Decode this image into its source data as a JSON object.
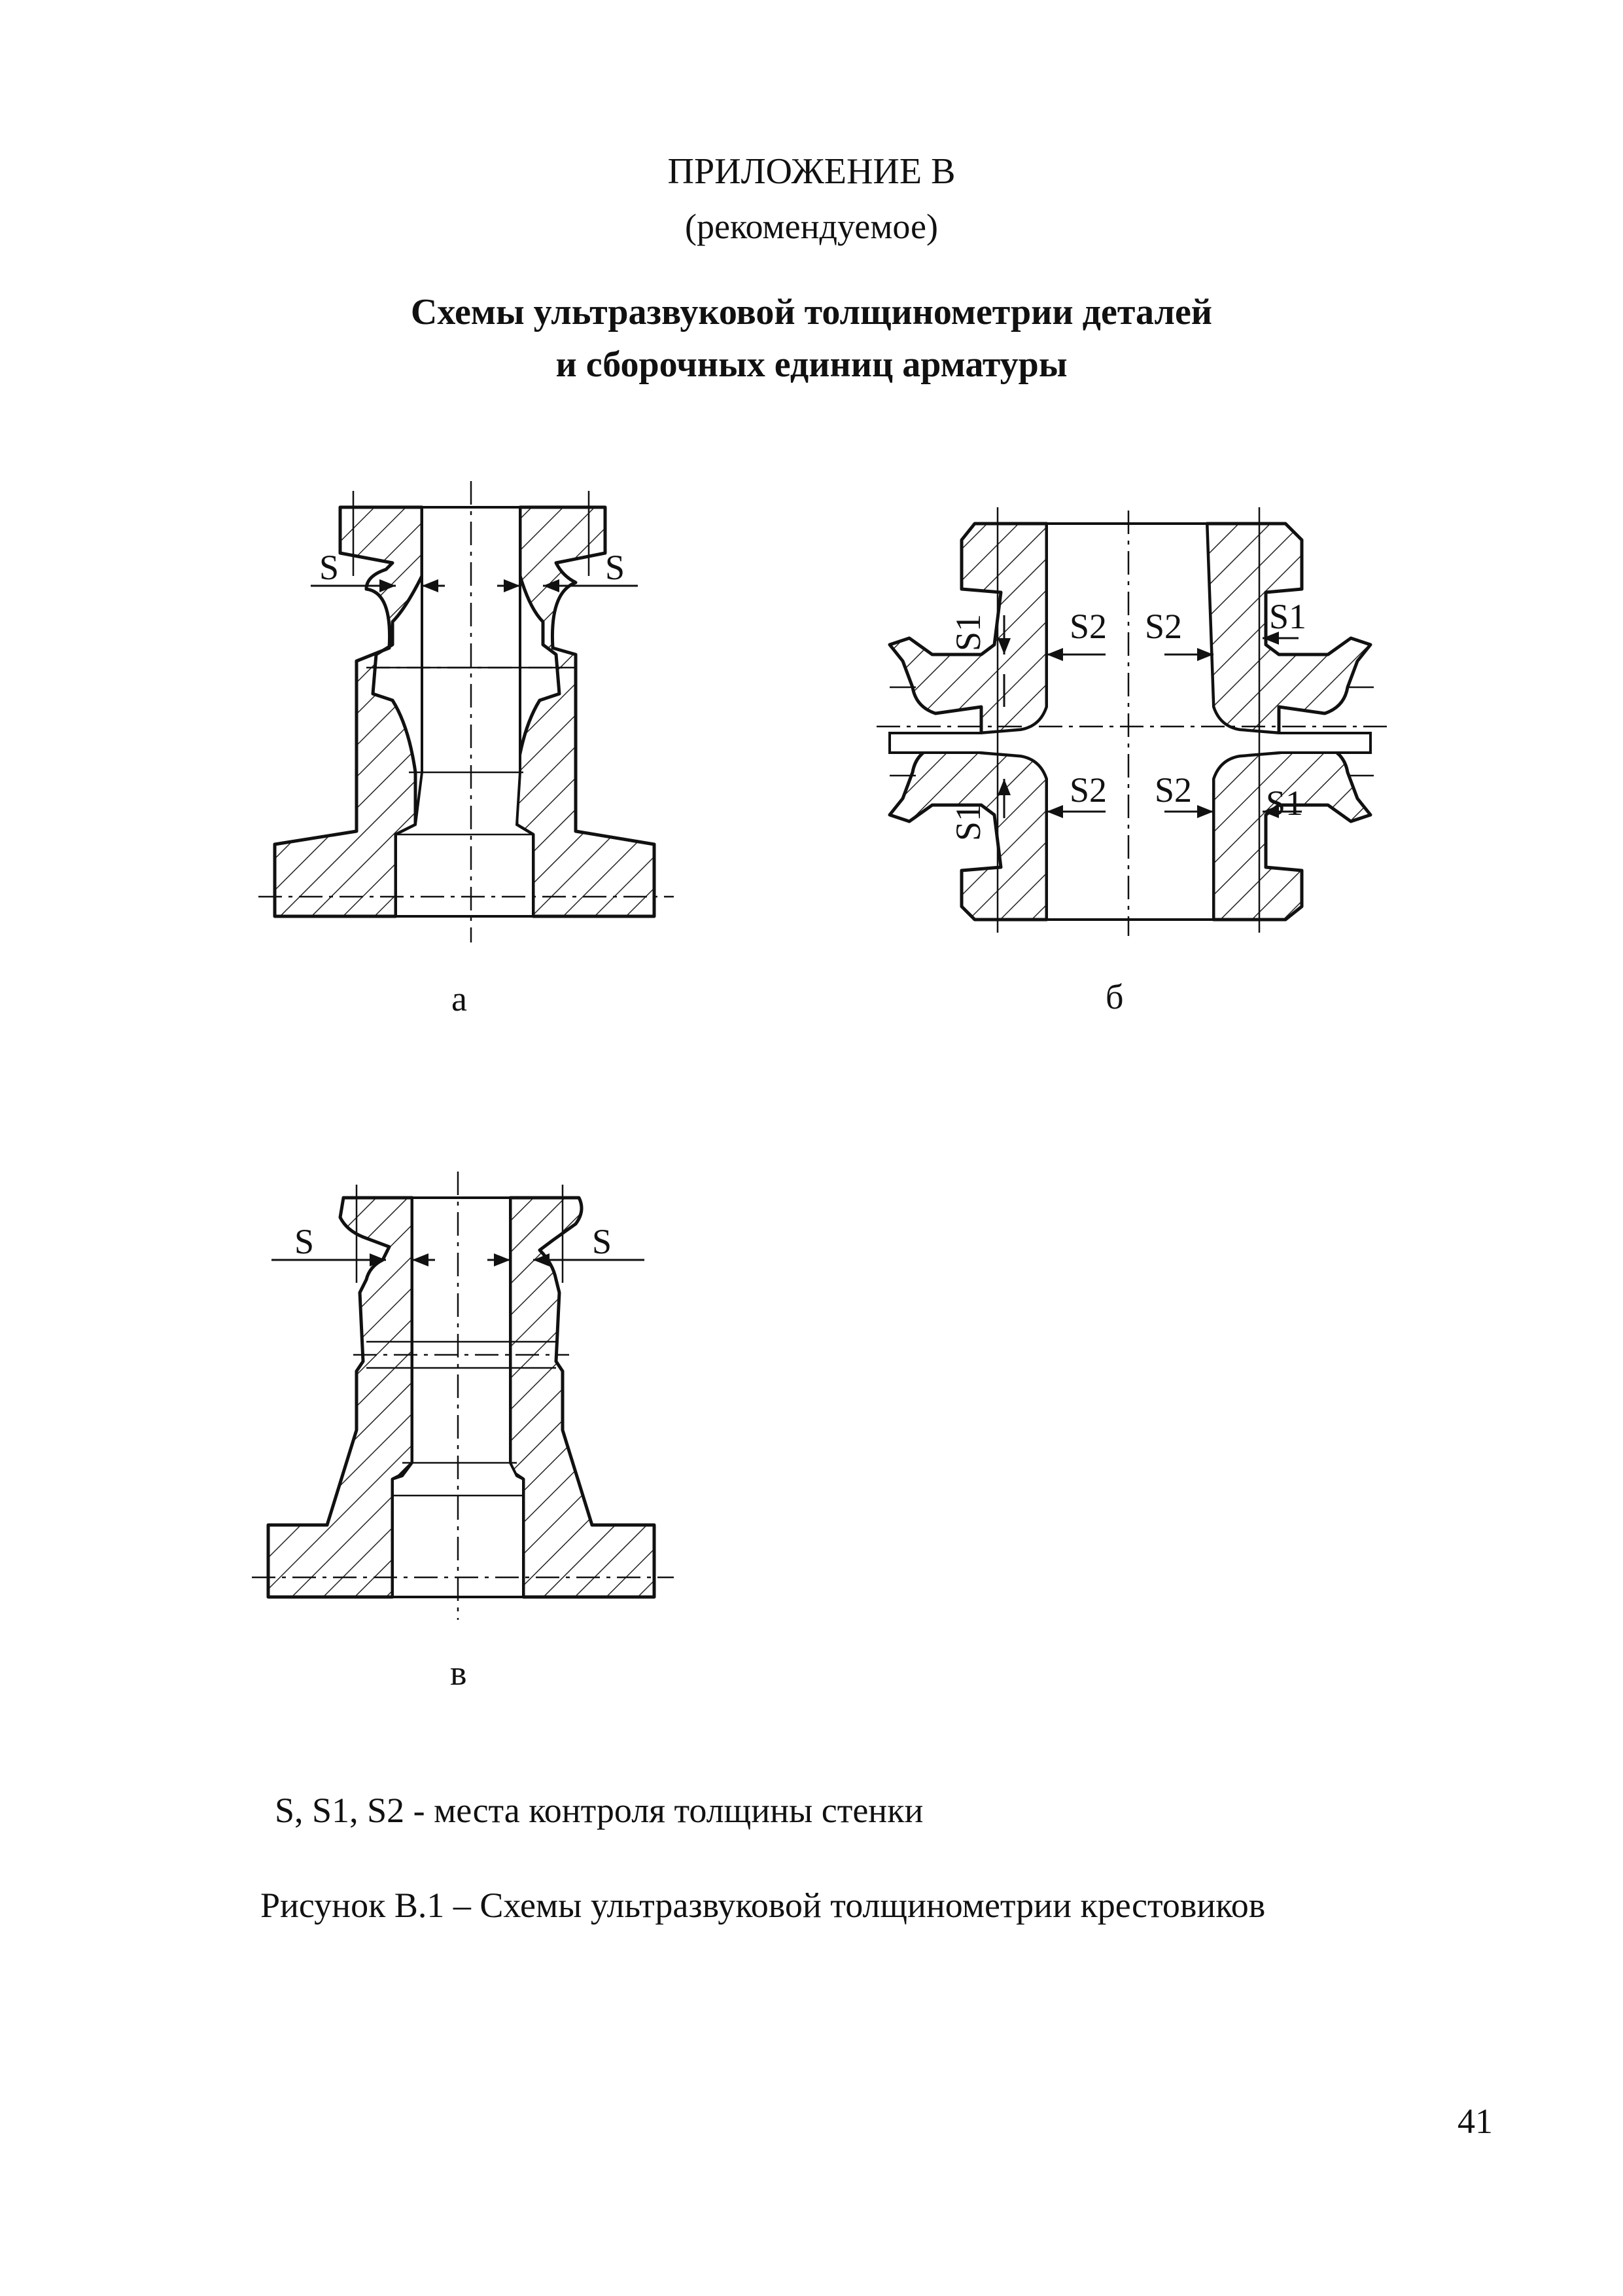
{
  "header": {
    "appendix_title": "ПРИЛОЖЕНИЕ В",
    "appendix_subtitle": "(рекомендуемое)",
    "section_title_line1": "Схемы ультразвуковой толщинометрии деталей",
    "section_title_line2": "и сборочных единиц арматуры"
  },
  "figures": {
    "a": {
      "label": "а",
      "marks": [
        "S",
        "S"
      ]
    },
    "b": {
      "label": "б",
      "marks": [
        "S1",
        "S2",
        "S2",
        "S1",
        "S1",
        "S2",
        "S2",
        "S1"
      ]
    },
    "v": {
      "label": "в",
      "marks": [
        "S",
        "S"
      ]
    }
  },
  "legend": {
    "symbols": "S, S1, S2 -",
    "text": "места контроля толщины стенки"
  },
  "caption": "Рисунок В.1 – Схемы ультразвуковой толщинометрии крестовиков",
  "page_number": "41"
}
